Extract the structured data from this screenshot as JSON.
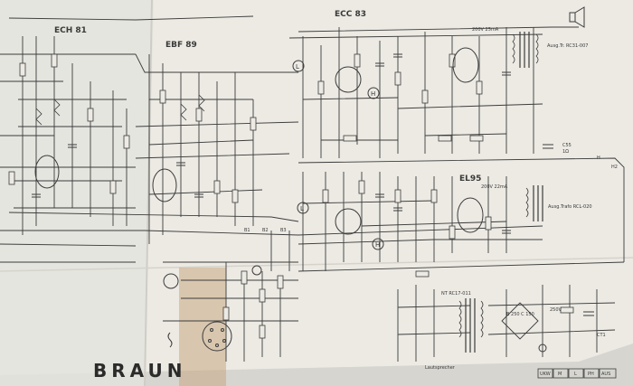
{
  "tubes": {
    "ech": "ECH 81",
    "ebf": "EBF 89",
    "ecc": "ECC 83",
    "el": "EL95"
  },
  "brand": "BRAUN",
  "labels": {
    "l1": "L",
    "l2": "L",
    "h1": "H",
    "h2": "H",
    "h3": "H",
    "h2b": "H2",
    "b1": "B1",
    "b2": "B2",
    "b3": "B3",
    "c55": "C55",
    "c55v": "1Ω",
    "avst1": "Ausg.Tr. RC31-007",
    "avst2": "Ausg.Trafo RCL-020",
    "c1": "200V 25mA",
    "c2": "200V 22mA",
    "netz": "NT RC17-011",
    "b250": "B 250 C 150",
    "lautst": "Lautsprecher",
    "sw250": "250V",
    "ct1": "CT1"
  },
  "keys": [
    "UKW",
    "M",
    "L",
    "PH",
    "AUS"
  ],
  "colors": {
    "paper": "#eceae3",
    "line": "#3c3c3c",
    "stain": "#c9a783"
  }
}
